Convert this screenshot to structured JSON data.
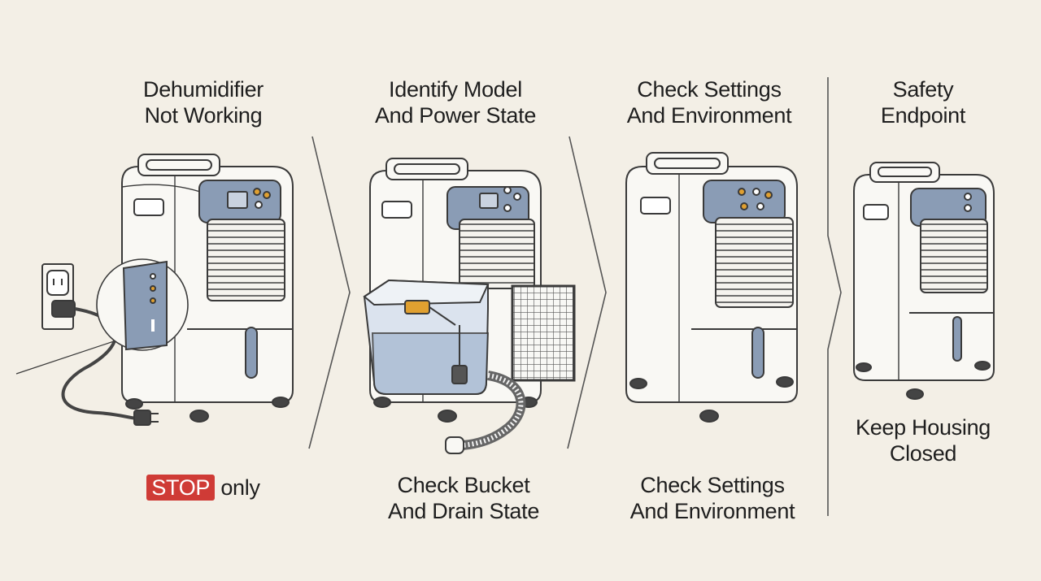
{
  "panels": [
    {
      "title_lines": [
        "Dehumidifier",
        "Not Working"
      ],
      "caption_badge": "STOP",
      "caption_rest": "only"
    },
    {
      "title_lines": [
        "Identify Model",
        "And Power State"
      ],
      "caption_lines": [
        "Check Bucket",
        "And Drain State"
      ]
    },
    {
      "title_lines": [
        "Check Settings",
        "And Environment"
      ],
      "caption_lines": [
        "Check Settings",
        "And Environment"
      ]
    },
    {
      "title_lines": [
        "Safety",
        "Endpoint"
      ],
      "caption_lines": [
        "Keep Housing",
        "Closed"
      ]
    }
  ],
  "colors": {
    "background": "#f3efe6",
    "line": "#3a3a3a",
    "panel_blue": "#8a9cb5",
    "stop_red": "#cf3b36",
    "accent_yellow": "#e0a030"
  }
}
